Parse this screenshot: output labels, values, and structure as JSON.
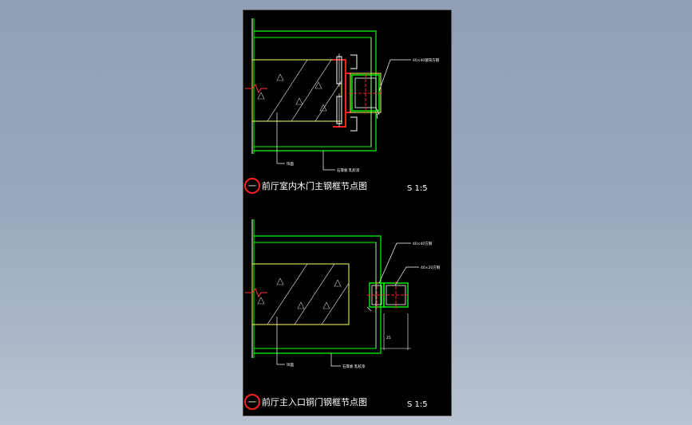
{
  "colors": {
    "background": "#000000",
    "structure": "#00ff00",
    "frame_inner": "#ffffff",
    "fill_outline": "#ffff66",
    "highlight": "#ff2020",
    "label": "#ffffff",
    "viewport": "#8fa0b6"
  },
  "details": [
    {
      "index_mark": "一",
      "title": "前厅室内木门主钢框节点图",
      "scale": "S 1:5",
      "leaders": [
        "40×40镀锌方钢",
        "饰面",
        "石膏板 乳胶漆"
      ]
    },
    {
      "index_mark": "一",
      "title": "前厅主入口铜门钢框节点图",
      "scale": "S 1:5",
      "leaders": [
        "40×40方钢",
        "40×20方钢",
        "25",
        "饰面",
        "石膏板 乳胶漆"
      ]
    }
  ]
}
